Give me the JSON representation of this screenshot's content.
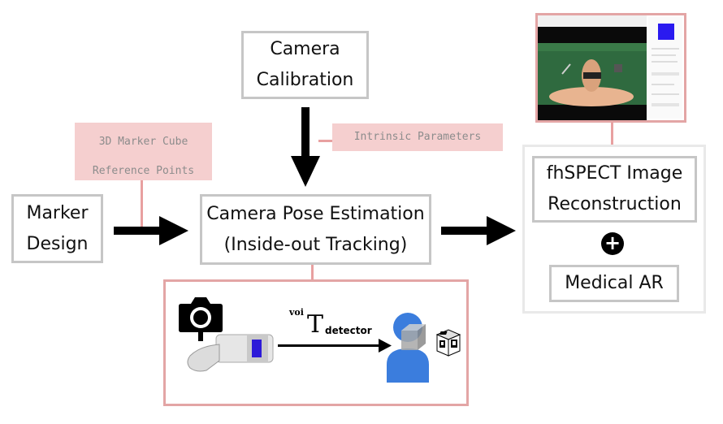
{
  "nodes": {
    "camera_calibration": [
      "Camera",
      "Calibration"
    ],
    "marker_design": [
      "Marker",
      "Design"
    ],
    "pose_estimation": [
      "Camera Pose Estimation",
      "(Inside-out Tracking)"
    ],
    "fhspect": [
      "fhSPECT Image",
      "Reconstruction"
    ],
    "medical_ar": "Medical AR"
  },
  "annotations": {
    "marker_cube": [
      "3D Marker Cube",
      "Reference Points"
    ],
    "intrinsic": "Intrinsic Parameters"
  },
  "transform": {
    "prefix": "voi",
    "symbol": "T",
    "suffix": "detector"
  },
  "plus_symbol": "+",
  "colors": {
    "box_border": "#c6c6c6",
    "annotation_fill": "#f5cfcf",
    "connector": "#e8a0a0",
    "frame_border": "#e3a5a5",
    "arrow": "#000000",
    "person": "#3b7ddd"
  }
}
